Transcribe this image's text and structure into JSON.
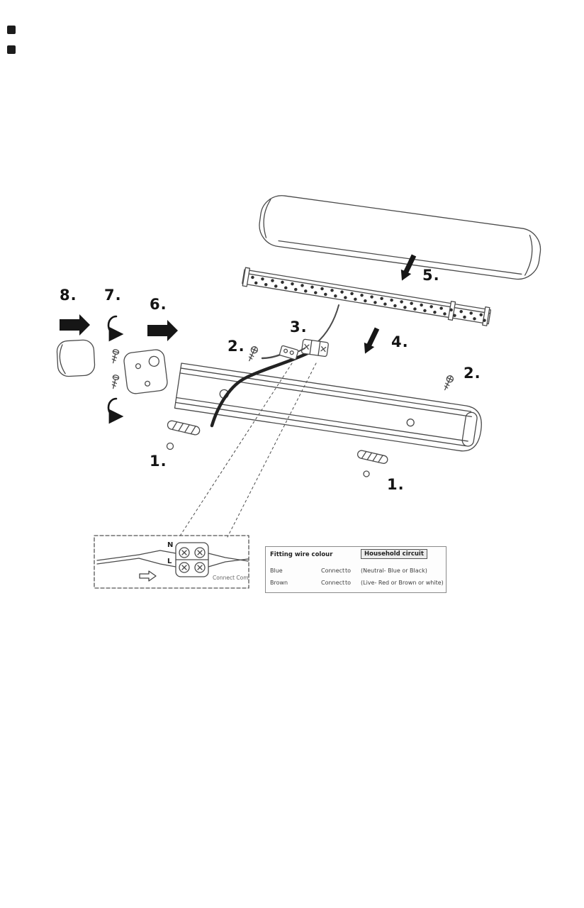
{
  "labels": {
    "step1_left": "1.",
    "step1_right": "1.",
    "step2_left": "2.",
    "step2_right": "2.",
    "step3": "3.",
    "step4": "4.",
    "step5": "5.",
    "step6": "6.",
    "step7": "7.",
    "step8": "8."
  },
  "inset": {
    "neutral": "N",
    "live": "L",
    "caption": "Connect Com"
  },
  "table": {
    "col1_header": "Fitting wire colour",
    "col2_header": "Household circuit",
    "rows": [
      {
        "colour": "Blue",
        "connect": "Connect",
        "to": "to",
        "household": "(Neutral- Blue or Black)"
      },
      {
        "colour": "Brown",
        "connect": "Connect",
        "to": "to",
        "household": "(Live- Red or Brown or white)"
      }
    ]
  },
  "colors": {
    "ink": "#4a4a4a",
    "bold": "#161616",
    "background": "#ffffff"
  }
}
